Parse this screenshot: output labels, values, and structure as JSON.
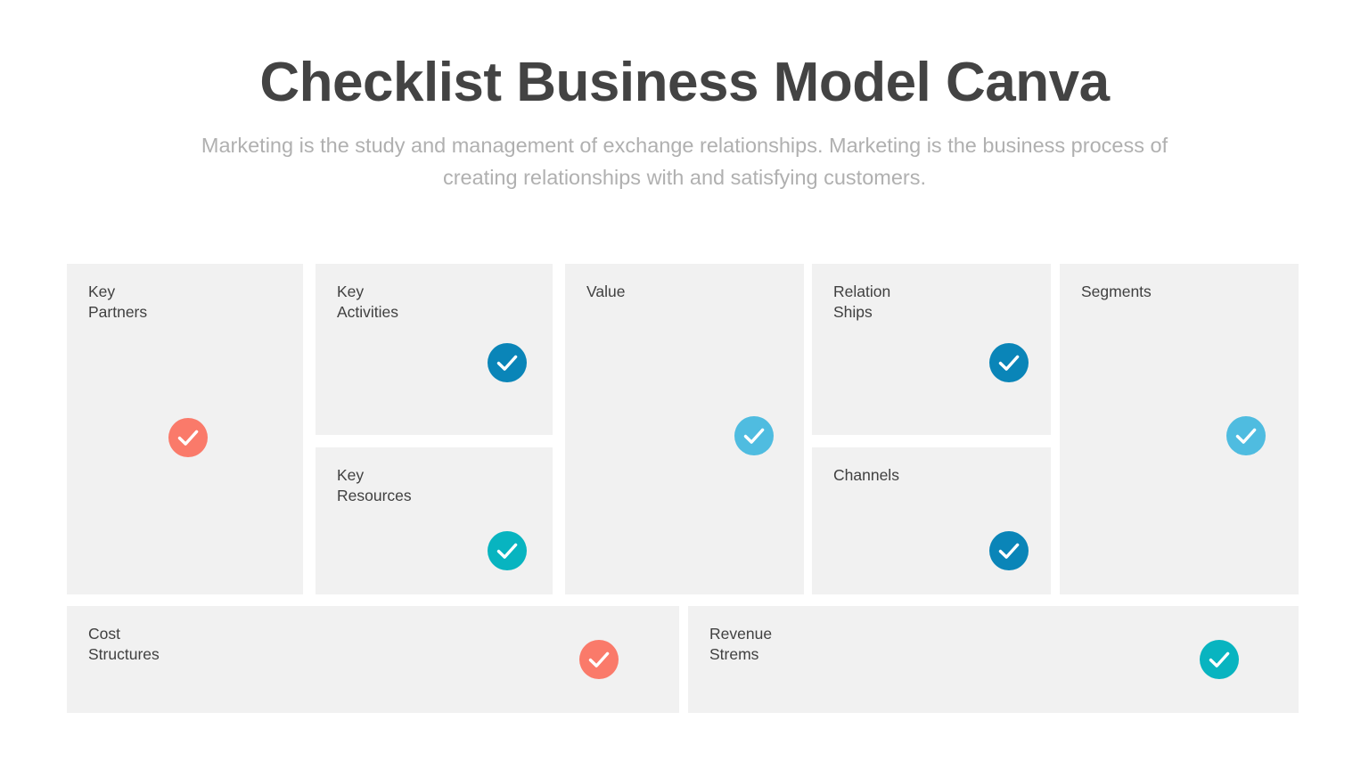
{
  "header": {
    "title": "Checklist Business Model Canva",
    "subtitle": "Marketing is the study and management of exchange relationships. Marketing is the business process of creating relationships with and satisfying customers."
  },
  "colors": {
    "background": "#ffffff",
    "card_fill": "#f1f1f1",
    "title_text": "#434343",
    "subtitle_text": "#b0b0b0",
    "label_text": "#404040",
    "check_coral": "#fa7a6a",
    "check_dark_blue": "#0a85b8",
    "check_light_blue": "#4fbce0",
    "check_teal": "#08b4c0"
  },
  "cards": [
    {
      "id": "key-partners",
      "label": "Key\nPartners",
      "check_color": "#fa7a6a",
      "check_icon": "check-icon"
    },
    {
      "id": "key-activities",
      "label": "Key\nActivities",
      "check_color": "#0a85b8",
      "check_icon": "check-icon"
    },
    {
      "id": "key-resources",
      "label": "Key\nResources",
      "check_color": "#08b4c0",
      "check_icon": "check-icon"
    },
    {
      "id": "value",
      "label": "Value",
      "check_color": "#4fbce0",
      "check_icon": "check-icon"
    },
    {
      "id": "relation-ships",
      "label": "Relation\nShips",
      "check_color": "#0a85b8",
      "check_icon": "check-icon"
    },
    {
      "id": "channels",
      "label": "Channels",
      "check_color": "#0a85b8",
      "check_icon": "check-icon"
    },
    {
      "id": "segments",
      "label": "Segments",
      "check_color": "#4fbce0",
      "check_icon": "check-icon"
    },
    {
      "id": "cost-structures",
      "label": "Cost\nStructures",
      "check_color": "#fa7a6a",
      "check_icon": "check-icon"
    },
    {
      "id": "revenue-strems",
      "label": "Revenue\nStrems",
      "check_color": "#08b4c0",
      "check_icon": "check-icon"
    }
  ]
}
